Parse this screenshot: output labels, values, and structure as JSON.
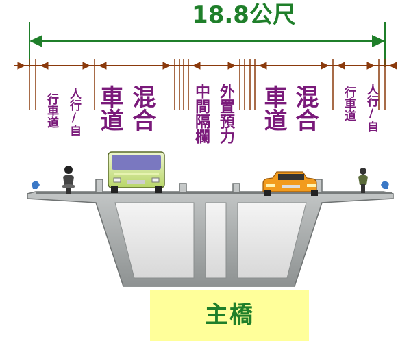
{
  "total_width_label": "18.8公尺",
  "lanes": {
    "bike_left": [
      "行車道",
      "人行/自"
    ],
    "mixed_left": [
      "車道",
      "混合"
    ],
    "median": [
      "中間隔欄",
      "外置預力"
    ],
    "mixed_right": [
      "車道",
      "混合"
    ],
    "bike_right": [
      "行車道",
      "人行/自"
    ]
  },
  "main_label": "主橋",
  "colors": {
    "label_green": "#1f7f2a",
    "lane_purple": "#7a1a7a",
    "dimension_brown": "#8b3a0c",
    "highlight_yellow": "#ffff9a",
    "bridge_gray": "#9a9e9e"
  }
}
